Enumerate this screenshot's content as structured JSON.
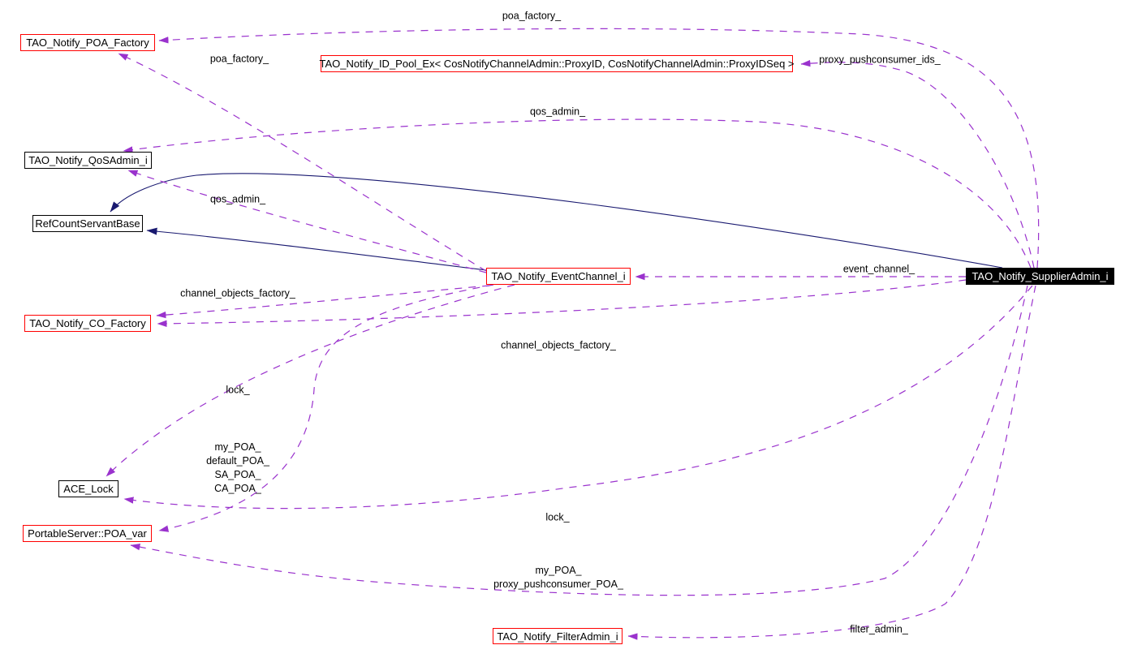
{
  "diagram": {
    "type": "doxygen-collaboration-graph",
    "focus_class": "TAO_Notify_SupplierAdmin_i",
    "colors": {
      "usage_edge": "#9a32cd",
      "inheritance_edge": "#191970",
      "node_border_linked": "#ff0000",
      "node_border_plain": "#000000",
      "focus_node_bg": "#000000",
      "focus_node_text": "#ffffff",
      "background": "#ffffff"
    },
    "nodes": {
      "poa_factory": {
        "label": "TAO_Notify_POA_Factory"
      },
      "id_pool": {
        "label": "TAO_Notify_ID_Pool_Ex< CosNotifyChannelAdmin::ProxyID, CosNotifyChannelAdmin::ProxyIDSeq >"
      },
      "qos_admin": {
        "label": "TAO_Notify_QoSAdmin_i"
      },
      "refcount": {
        "label": "RefCountServantBase"
      },
      "event_channel": {
        "label": "TAO_Notify_EventChannel_i"
      },
      "supplier_admin": {
        "label": "TAO_Notify_SupplierAdmin_i"
      },
      "co_factory": {
        "label": "TAO_Notify_CO_Factory"
      },
      "ace_lock": {
        "label": "ACE_Lock"
      },
      "poa_var": {
        "label": "PortableServer::POA_var"
      },
      "filter_admin": {
        "label": "TAO_Notify_FilterAdmin_i"
      }
    },
    "edge_labels": {
      "poa_factory_top": "poa_factory_",
      "poa_factory_mid": "poa_factory_",
      "proxy_pushconsumer_ids": "proxy_pushconsumer_ids_",
      "qos_admin_top": "qos_admin_",
      "qos_admin_mid": "qos_admin_",
      "event_channel": "event_channel_",
      "channel_objects_factory_upper": "channel_objects_factory_",
      "channel_objects_factory_lower": "channel_objects_factory_",
      "lock_upper": "lock_",
      "lock_lower": "lock_",
      "poa_multi_1": "my_POA_",
      "poa_multi_2": "default_POA_",
      "poa_multi_3": "SA_POA_",
      "poa_multi_4": "CA_POA_",
      "my_poa_1": "my_POA_",
      "my_poa_2": "proxy_pushconsumer_POA_",
      "filter_admin": "filter_admin_"
    },
    "edges": [
      {
        "from": "supplier_admin",
        "to": "refcount",
        "label": "",
        "style": "solid-inheritance"
      },
      {
        "from": "event_channel",
        "to": "refcount",
        "label": "",
        "style": "solid-inheritance"
      },
      {
        "from": "supplier_admin",
        "to": "poa_factory",
        "label": "poa_factory_",
        "style": "dashed-usage"
      },
      {
        "from": "event_channel",
        "to": "poa_factory",
        "label": "poa_factory_",
        "style": "dashed-usage"
      },
      {
        "from": "supplier_admin",
        "to": "id_pool",
        "label": "proxy_pushconsumer_ids_",
        "style": "dashed-usage"
      },
      {
        "from": "supplier_admin",
        "to": "qos_admin",
        "label": "qos_admin_",
        "style": "dashed-usage"
      },
      {
        "from": "event_channel",
        "to": "qos_admin",
        "label": "qos_admin_",
        "style": "dashed-usage"
      },
      {
        "from": "supplier_admin",
        "to": "event_channel",
        "label": "event_channel_",
        "style": "dashed-usage"
      },
      {
        "from": "event_channel",
        "to": "co_factory",
        "label": "channel_objects_factory_",
        "style": "dashed-usage"
      },
      {
        "from": "supplier_admin",
        "to": "co_factory",
        "label": "channel_objects_factory_",
        "style": "dashed-usage"
      },
      {
        "from": "event_channel",
        "to": "ace_lock",
        "label": "lock_",
        "style": "dashed-usage"
      },
      {
        "from": "supplier_admin",
        "to": "ace_lock",
        "label": "lock_",
        "style": "dashed-usage"
      },
      {
        "from": "event_channel",
        "to": "poa_var",
        "label": "my_POA_ default_POA_ SA_POA_ CA_POA_",
        "style": "dashed-usage"
      },
      {
        "from": "supplier_admin",
        "to": "poa_var",
        "label": "my_POA_ proxy_pushconsumer_POA_",
        "style": "dashed-usage"
      },
      {
        "from": "supplier_admin",
        "to": "filter_admin",
        "label": "filter_admin_",
        "style": "dashed-usage"
      }
    ]
  }
}
